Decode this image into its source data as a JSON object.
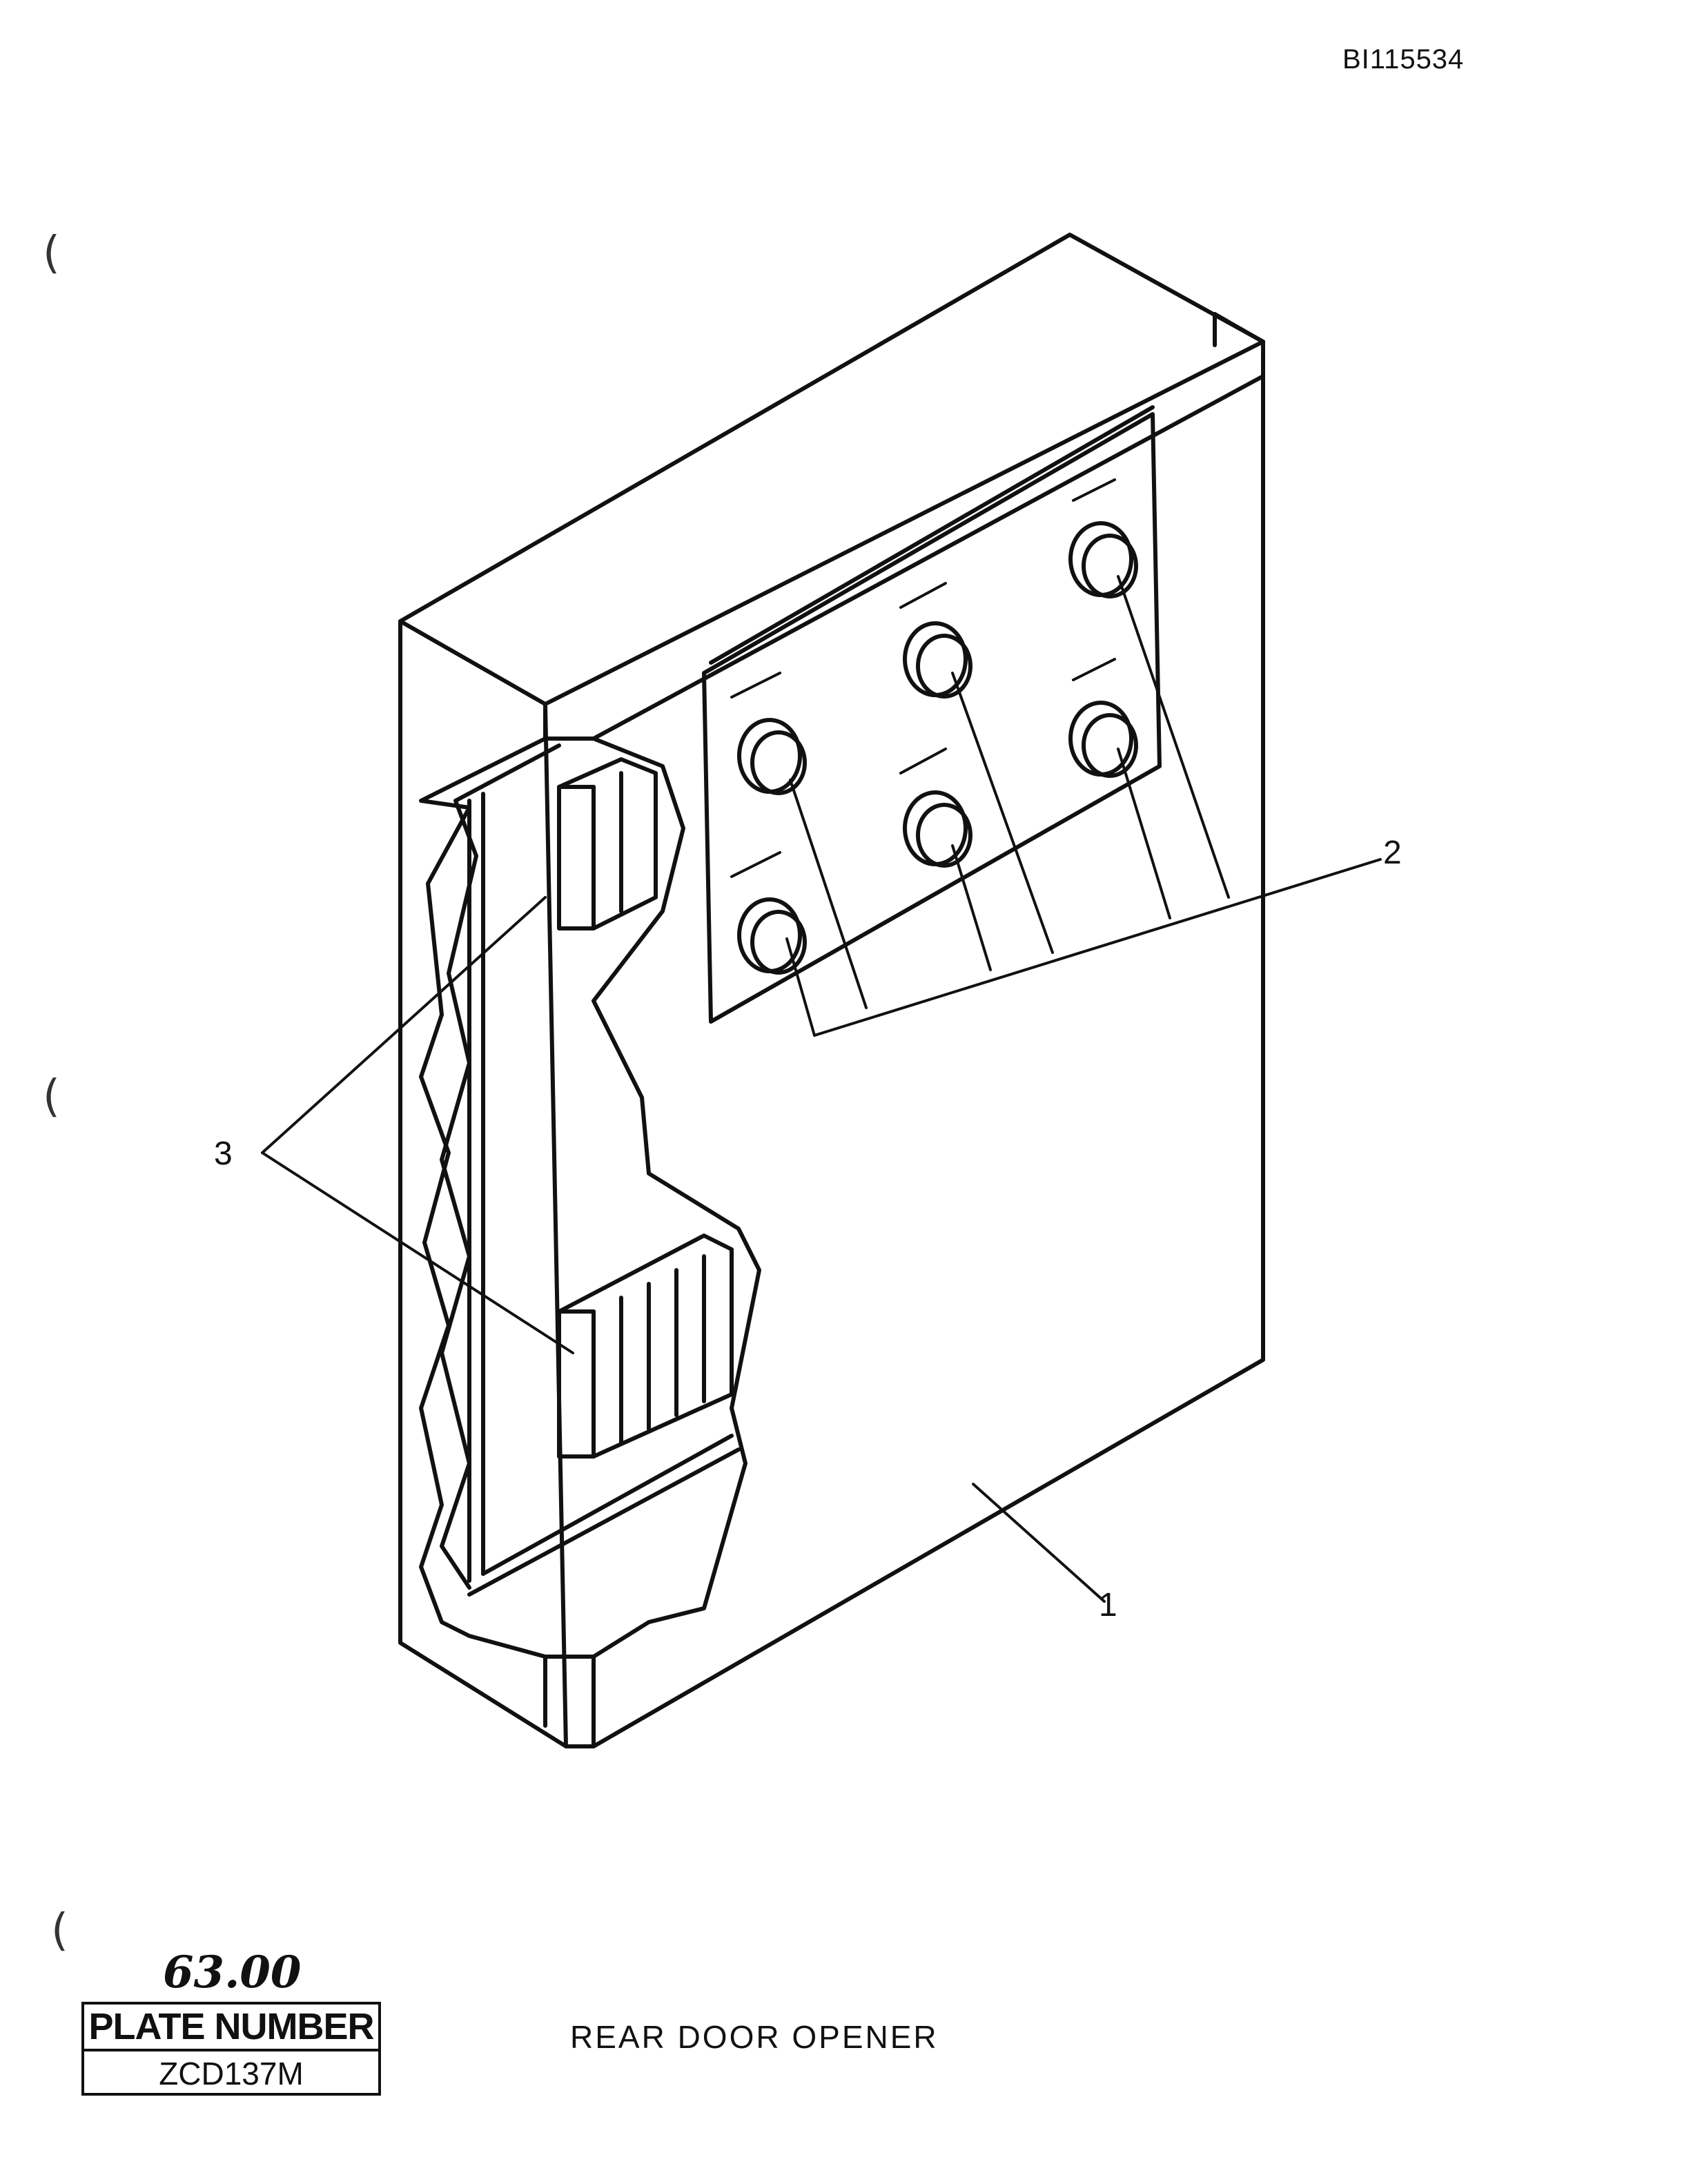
{
  "document": {
    "id": "BI115534",
    "caption": "REAR DOOR OPENER",
    "price": "63.00"
  },
  "plate": {
    "header": "PLATE NUMBER",
    "number": "ZCD137M"
  },
  "callouts": {
    "item1": "1",
    "item2": "2",
    "item3": "3"
  }
}
